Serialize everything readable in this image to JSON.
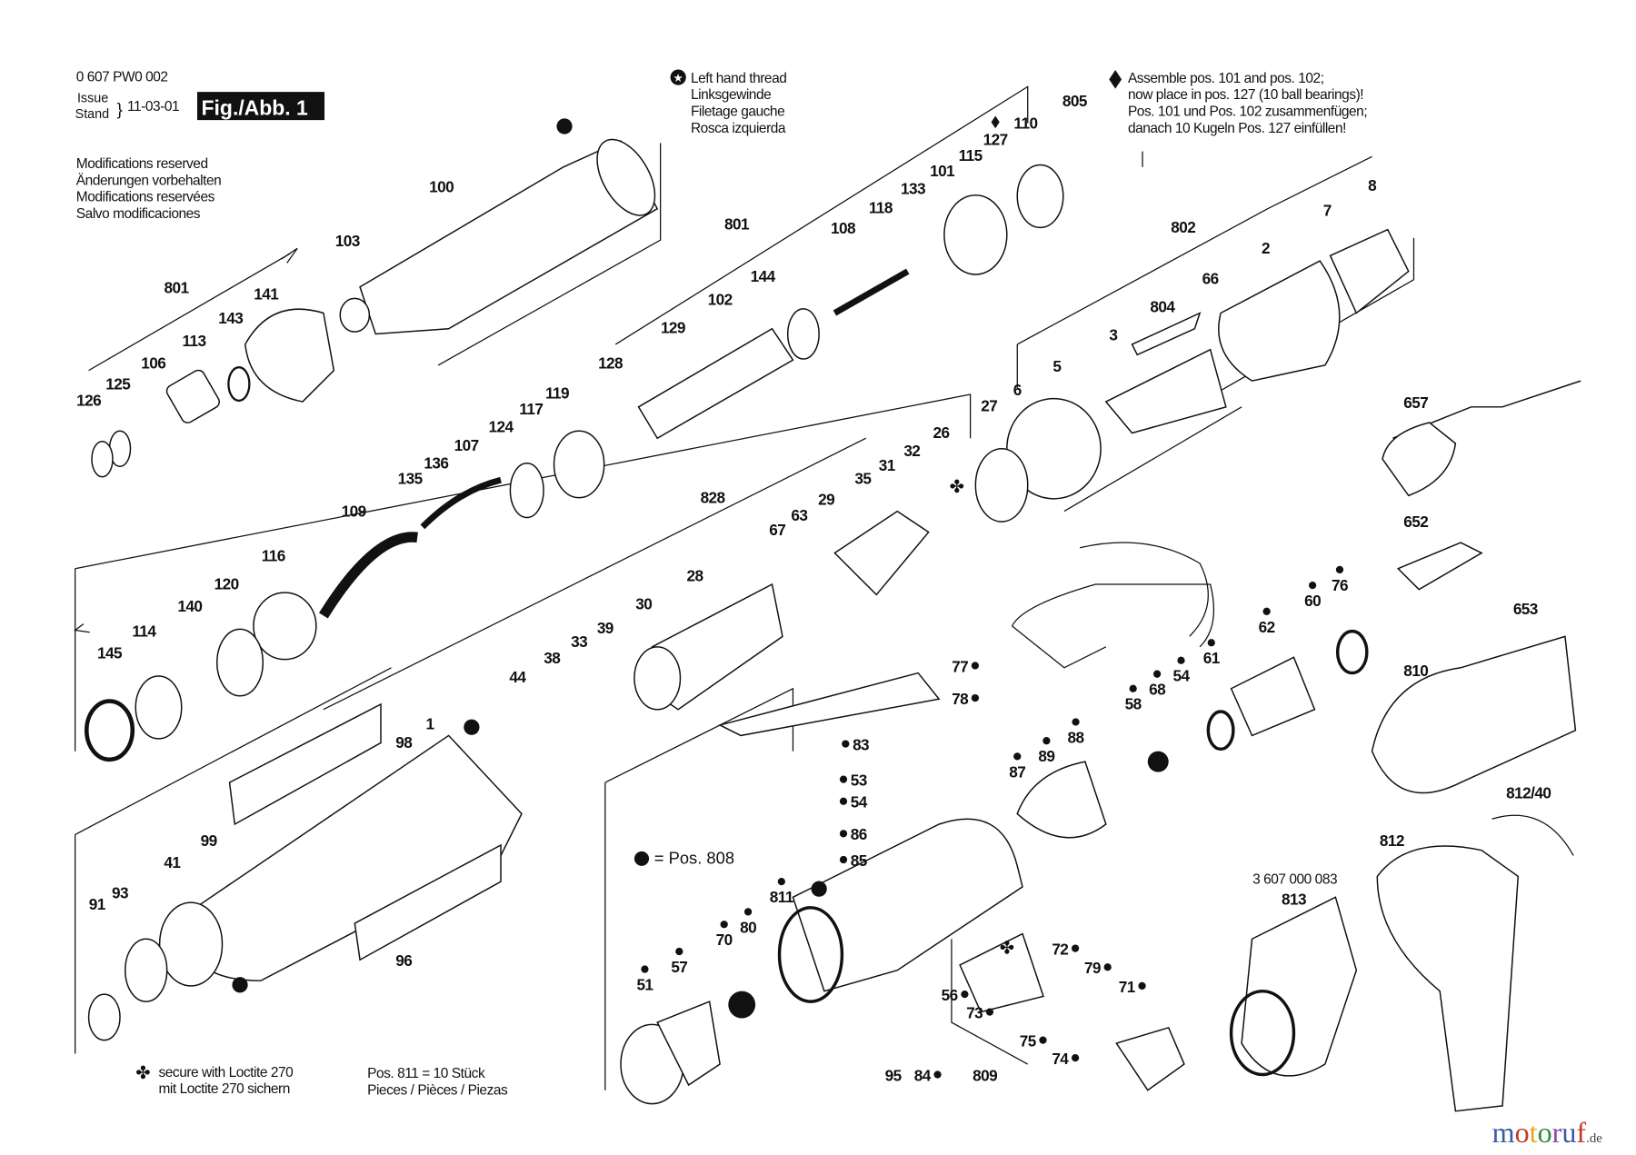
{
  "header": {
    "part_number": "0 607 PW0 002",
    "issue_label": "Issue",
    "stand_label": "Stand",
    "date": "11-03-01",
    "figure_label": "Fig./Abb. 1",
    "modifications": [
      "Modifications reserved",
      "Änderungen vorbehalten",
      "Modifications reservées",
      "Salvo modificaciones"
    ]
  },
  "notes": {
    "left_hand_thread": {
      "icon": "star-in-circle-icon",
      "lines": [
        "Left hand thread",
        "Linksgewinde",
        "Filetage gauche",
        "Rosca izquierda"
      ]
    },
    "assemble": {
      "icon": "diamond-icon",
      "lines": [
        "Assemble pos. 101 and pos. 102;",
        "now place in pos. 127 (10 ball bearings)!",
        "Pos. 101 und Pos. 102 zusammenfügen;",
        "danach 10 Kugeln Pos. 127 einfüllen!"
      ]
    },
    "pos808": {
      "icon": "filled-dot-icon",
      "text": "= Pos. 808"
    },
    "loctite": {
      "icon": "club-icon",
      "lines": [
        "secure with Loctite 270",
        "mit Loctite 270 sichern"
      ]
    },
    "pos811": {
      "lines": [
        "Pos. 811 = 10 Stück",
        "Pieces / Pièces / Piezas"
      ]
    },
    "kit_number": "3 607 000 083"
  },
  "callouts": [
    {
      "label": "100",
      "marker": ""
    },
    {
      "label": "103",
      "marker": ""
    },
    {
      "label": "801",
      "marker": ""
    },
    {
      "label": "141",
      "marker": ""
    },
    {
      "label": "143",
      "marker": ""
    },
    {
      "label": "113",
      "marker": ""
    },
    {
      "label": "106",
      "marker": ""
    },
    {
      "label": "125",
      "marker": ""
    },
    {
      "label": "126",
      "marker": ""
    },
    {
      "label": "801",
      "marker": ""
    },
    {
      "label": "144",
      "marker": ""
    },
    {
      "label": "102",
      "marker": ""
    },
    {
      "label": "129",
      "marker": ""
    },
    {
      "label": "128",
      "marker": ""
    },
    {
      "label": "108",
      "marker": ""
    },
    {
      "label": "118",
      "marker": ""
    },
    {
      "label": "133",
      "marker": ""
    },
    {
      "label": "101",
      "marker": ""
    },
    {
      "label": "115",
      "marker": ""
    },
    {
      "label": "127",
      "marker": "diamond-above"
    },
    {
      "label": "110",
      "marker": ""
    },
    {
      "label": "805",
      "marker": ""
    },
    {
      "label": "802",
      "marker": ""
    },
    {
      "label": "804",
      "marker": ""
    },
    {
      "label": "66",
      "marker": ""
    },
    {
      "label": "2",
      "marker": ""
    },
    {
      "label": "7",
      "marker": ""
    },
    {
      "label": "8",
      "marker": ""
    },
    {
      "label": "3",
      "marker": ""
    },
    {
      "label": "5",
      "marker": ""
    },
    {
      "label": "6",
      "marker": ""
    },
    {
      "label": "27",
      "marker": ""
    },
    {
      "label": "119",
      "marker": ""
    },
    {
      "label": "117",
      "marker": ""
    },
    {
      "label": "124",
      "marker": ""
    },
    {
      "label": "107",
      "marker": ""
    },
    {
      "label": "136",
      "marker": ""
    },
    {
      "label": "135",
      "marker": ""
    },
    {
      "label": "109",
      "marker": ""
    },
    {
      "label": "116",
      "marker": ""
    },
    {
      "label": "120",
      "marker": ""
    },
    {
      "label": "140",
      "marker": ""
    },
    {
      "label": "114",
      "marker": ""
    },
    {
      "label": "145",
      "marker": ""
    },
    {
      "label": "828",
      "marker": ""
    },
    {
      "label": "29",
      "marker": ""
    },
    {
      "label": "35",
      "marker": ""
    },
    {
      "label": "31",
      "marker": ""
    },
    {
      "label": "32",
      "marker": ""
    },
    {
      "label": "26",
      "marker": ""
    },
    {
      "label": "67",
      "marker": ""
    },
    {
      "label": "63",
      "marker": ""
    },
    {
      "label": "28",
      "marker": ""
    },
    {
      "label": "30",
      "marker": ""
    },
    {
      "label": "39",
      "marker": ""
    },
    {
      "label": "33",
      "marker": ""
    },
    {
      "label": "38",
      "marker": ""
    },
    {
      "label": "44",
      "marker": ""
    },
    {
      "label": "657",
      "marker": ""
    },
    {
      "label": "652",
      "marker": ""
    },
    {
      "label": "653",
      "marker": ""
    },
    {
      "label": "810",
      "marker": ""
    },
    {
      "label": "812/40",
      "marker": ""
    },
    {
      "label": "812",
      "marker": ""
    },
    {
      "label": "813",
      "marker": ""
    },
    {
      "label": "76",
      "marker": "dot-above"
    },
    {
      "label": "60",
      "marker": "dot-above"
    },
    {
      "label": "62",
      "marker": "dot-above"
    },
    {
      "label": "61",
      "marker": "dot-above"
    },
    {
      "label": "54",
      "marker": "dot-above"
    },
    {
      "label": "68",
      "marker": "dot-above"
    },
    {
      "label": "58",
      "marker": "dot-above"
    },
    {
      "label": "88",
      "marker": "dot-above"
    },
    {
      "label": "89",
      "marker": "dot-above"
    },
    {
      "label": "87",
      "marker": "dot-above"
    },
    {
      "label": "77",
      "marker": "dot-after"
    },
    {
      "label": "78",
      "marker": "dot-after"
    },
    {
      "label": "83",
      "marker": "dot-before"
    },
    {
      "label": "53",
      "marker": "dot-before"
    },
    {
      "label": "54",
      "marker": "dot-before"
    },
    {
      "label": "86",
      "marker": "dot-before"
    },
    {
      "label": "85",
      "marker": "dot-before"
    },
    {
      "label": "1",
      "marker": ""
    },
    {
      "label": "98",
      "marker": ""
    },
    {
      "label": "99",
      "marker": ""
    },
    {
      "label": "41",
      "marker": ""
    },
    {
      "label": "93",
      "marker": ""
    },
    {
      "label": "91",
      "marker": ""
    },
    {
      "label": "96",
      "marker": ""
    },
    {
      "label": "811",
      "marker": "dot-above"
    },
    {
      "label": "80",
      "marker": "dot-above"
    },
    {
      "label": "70",
      "marker": "dot-above"
    },
    {
      "label": "57",
      "marker": "dot-above"
    },
    {
      "label": "51",
      "marker": "dot-above"
    },
    {
      "label": "72",
      "marker": "dot-after"
    },
    {
      "label": "79",
      "marker": "dot-after"
    },
    {
      "label": "71",
      "marker": "dot-after"
    },
    {
      "label": "56",
      "marker": "dot-after"
    },
    {
      "label": "73",
      "marker": "dot-after"
    },
    {
      "label": "75",
      "marker": "dot-after"
    },
    {
      "label": "74",
      "marker": "dot-after"
    },
    {
      "label": "95",
      "marker": ""
    },
    {
      "label": "84",
      "marker": "dot-after"
    },
    {
      "label": "809",
      "marker": ""
    }
  ],
  "watermark": {
    "text": "motoruf",
    "suffix": ".de",
    "colors": [
      "#3a5aa8",
      "#c0392b",
      "#e6a817",
      "#2e8b3e",
      "#8e44ad"
    ]
  }
}
